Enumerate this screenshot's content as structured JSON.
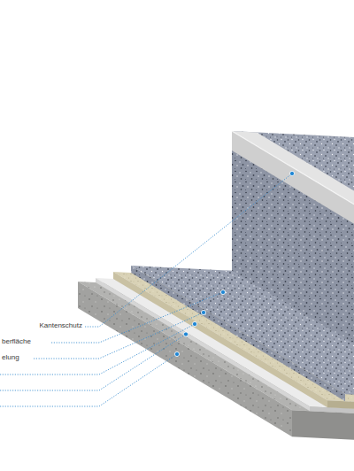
{
  "diagram": {
    "labels": [
      "Kantenschutz",
      "berfläche",
      "elung"
    ]
  }
}
